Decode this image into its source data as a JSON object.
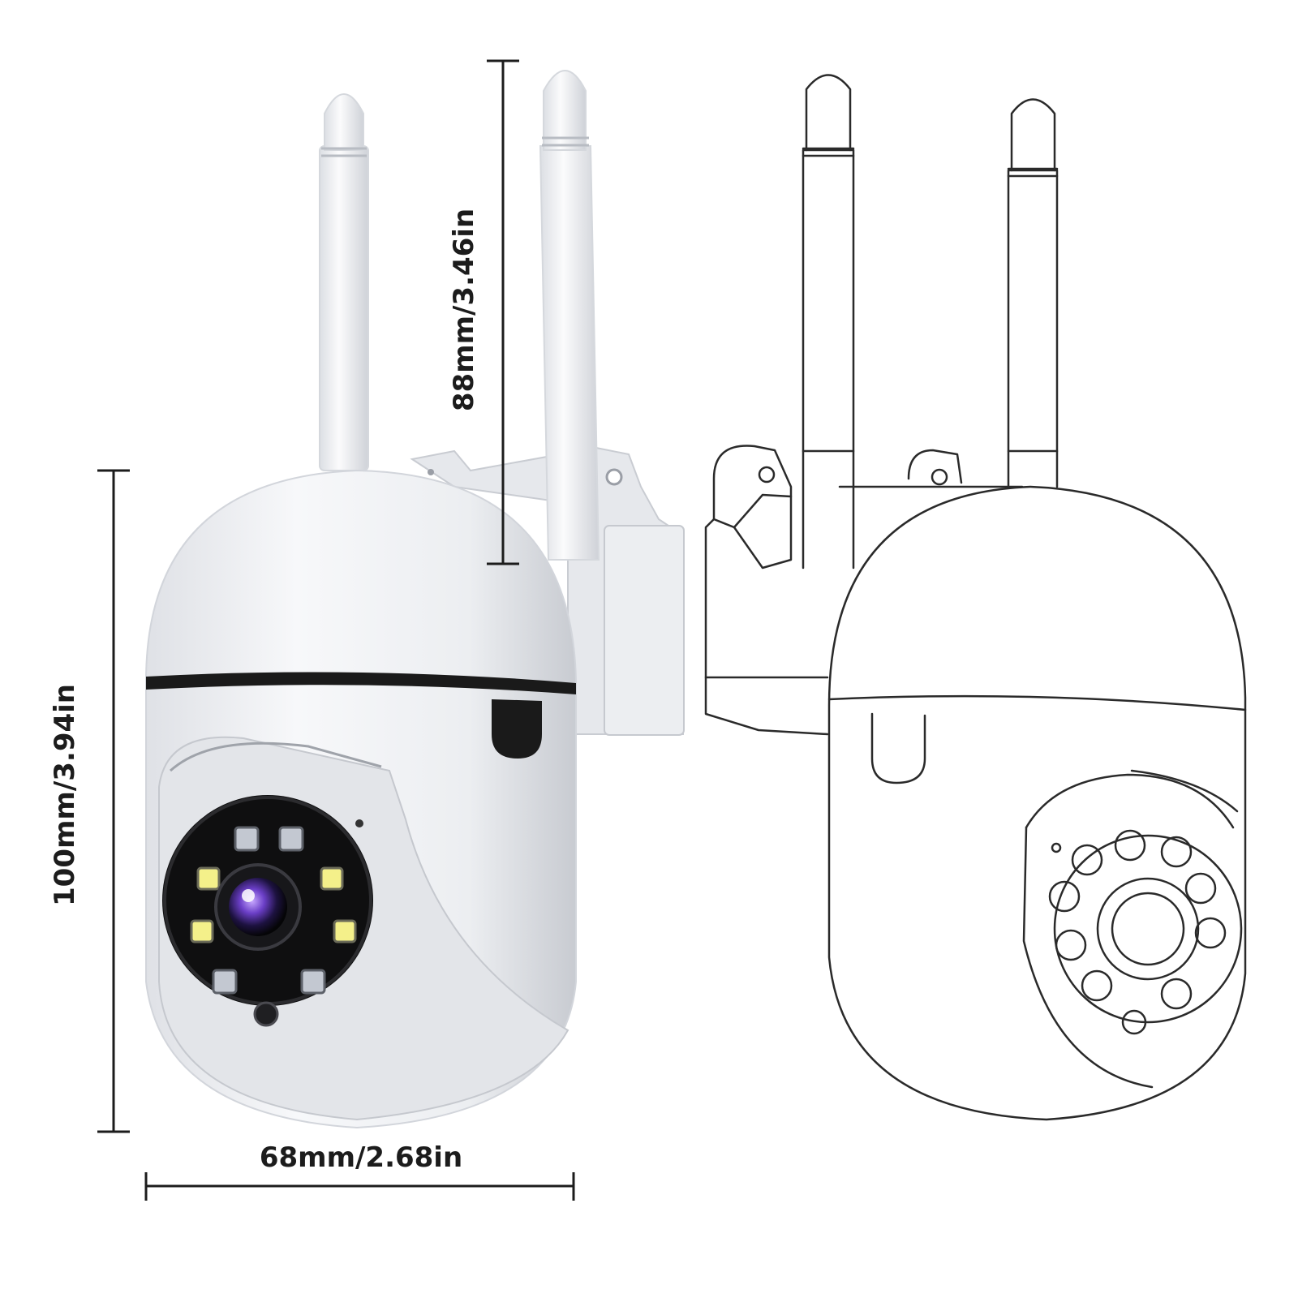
{
  "dimensions": {
    "height_total": "100mm/3.94in",
    "antenna_height": "88mm/3.46in",
    "width": "68mm/2.68in"
  },
  "colors": {
    "background": "#ffffff",
    "camera_body": "#f1f2f4",
    "camera_shadow": "#c9ccd2",
    "seam": "#1a1a1a",
    "lens_plate": "#0f0f10",
    "ir_led": "#b9bfc9",
    "white_led": "#f4f08a",
    "lens_glass": "#5a3fa8",
    "line_drawing": "#2a2a2a",
    "dimension_line": "#1c1c1c"
  },
  "icons": {
    "photo": "camera-photo-icon",
    "outline": "camera-outline-drawing"
  }
}
